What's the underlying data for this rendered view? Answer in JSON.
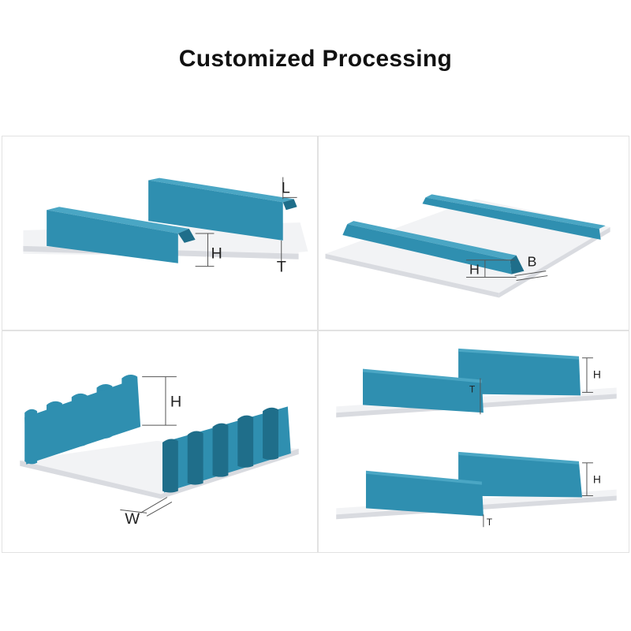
{
  "header": {
    "title": "Customized Processing"
  },
  "colors": {
    "profile_face": "#2f8fb0",
    "profile_top": "#4aa6c4",
    "profile_dark": "#1f6e8a",
    "belt_top": "#f2f3f5",
    "belt_side": "#d9dbe0"
  },
  "panels": [
    {
      "id": "l-profile",
      "labels": {
        "l": "L",
        "h": "H",
        "t": "T"
      }
    },
    {
      "id": "trapezoid-profile",
      "labels": {
        "h": "H",
        "b": "B"
      }
    },
    {
      "id": "wavy-sidewall",
      "labels": {
        "h": "H",
        "w": "W"
      }
    },
    {
      "id": "flat-cleat",
      "labels": {
        "t_top": "T",
        "h_top": "H",
        "h_bottom": "H",
        "t_bottom": "T"
      }
    }
  ]
}
